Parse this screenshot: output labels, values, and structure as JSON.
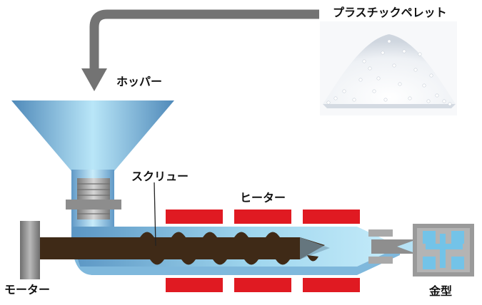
{
  "labels": {
    "pellets": "プラスチックペレット",
    "hopper": "ホッパー",
    "screw": "スクリュー",
    "heater": "ヒーター",
    "motor": "モーター",
    "mold": "金型"
  },
  "colors": {
    "feed_arrow": "#737373",
    "barrel_light": "#aee0f4",
    "barrel_dark": "#5b96c4",
    "screw_shaft": "#3f2a17",
    "heater": "#e01a22",
    "gear": "#9c9c9c",
    "motor": "#8a8a8a",
    "pellets": "#e9ecf1"
  },
  "icons": {
    "pellets": "pellet-pile-icon",
    "gear": "gear-icon",
    "motor": "motor-block-icon",
    "mold": "mold-icon"
  }
}
